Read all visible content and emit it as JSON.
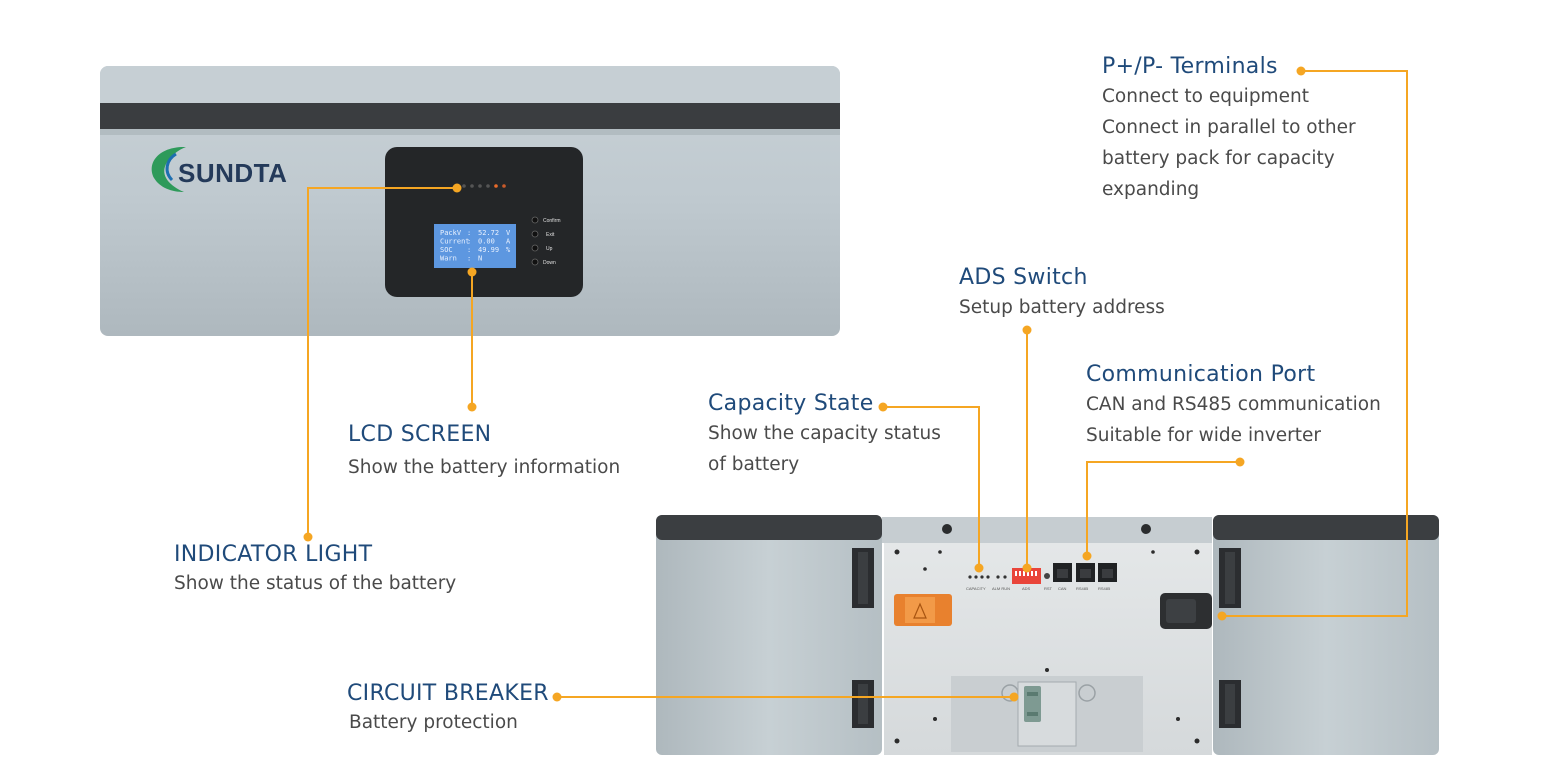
{
  "brand": {
    "logo_text": "SUNDTA",
    "accent_color": "#f5a623",
    "title_color": "#1f4a7a"
  },
  "lcd": {
    "rows": [
      {
        "label": "PackV",
        "sep": ":",
        "value": "52.72",
        "unit": "V"
      },
      {
        "label": "Current",
        "sep": ":",
        "value": "0.00",
        "unit": "A"
      },
      {
        "label": "SOC",
        "sep": ":",
        "value": "49.99",
        "unit": "%"
      },
      {
        "label": "Warn",
        "sep": ":",
        "value": "N",
        "unit": ""
      }
    ],
    "buttons": [
      "Confirm",
      "Exit",
      "Up",
      "Down"
    ]
  },
  "rear_panel": {
    "port_labels": [
      "CAPACITY",
      "ALM RUN",
      "ADS",
      "RST",
      "CAN",
      "RS485",
      "RS485"
    ]
  },
  "callouts": {
    "lcd_screen": {
      "title": "LCD SCREEN",
      "lines": [
        "Show the battery information"
      ]
    },
    "indicator_light": {
      "title": "INDICATOR LIGHT",
      "lines": [
        "Show the status of the battery"
      ]
    },
    "circuit_breaker": {
      "title": "CIRCUIT BREAKER",
      "lines": [
        "Battery protection"
      ]
    },
    "capacity_state": {
      "title": "Capacity State",
      "lines": [
        "Show the capacity status",
        "of battery"
      ]
    },
    "ads_switch": {
      "title": "ADS Switch",
      "lines": [
        "Setup battery address"
      ]
    },
    "communication_port": {
      "title": "Communication Port",
      "lines": [
        "CAN and RS485 communication",
        "Suitable for wide inverter"
      ]
    },
    "terminals": {
      "title": "P+/P- Terminals",
      "lines": [
        "Connect to equipment",
        "Connect in parallel to other",
        "battery pack for capacity",
        "expanding"
      ]
    }
  }
}
